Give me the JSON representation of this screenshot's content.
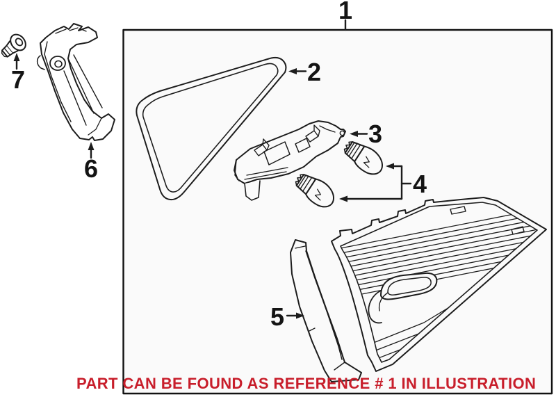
{
  "diagram": {
    "callouts": [
      {
        "label": "1"
      },
      {
        "label": "2"
      },
      {
        "label": "3"
      },
      {
        "label": "4"
      },
      {
        "label": "5"
      },
      {
        "label": "6"
      },
      {
        "label": "7"
      }
    ],
    "caption": {
      "text": "PART CAN BE FOUND AS REFERENCE # 1 IN ILLUSTRATION",
      "color": "#c81e2b"
    },
    "colors": {
      "line": "#1c1c1c",
      "background": "#ffffff",
      "box_fill": "#fafafa",
      "box_border": "#111111"
    }
  }
}
